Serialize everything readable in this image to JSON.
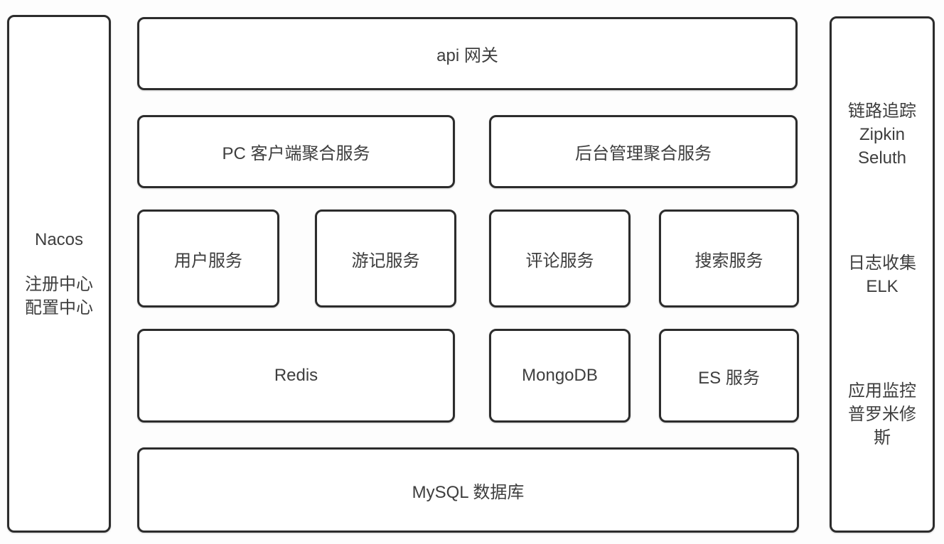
{
  "diagram": {
    "left_panel": {
      "title": "Nacos",
      "line1": "注册中心",
      "line2": "配置中心"
    },
    "gateway": {
      "label": "api 网关"
    },
    "aggregation": {
      "pc": "PC 客户端聚合服务",
      "admin": "后台管理聚合服务"
    },
    "services": {
      "user": "用户服务",
      "travel": "游记服务",
      "comment": "评论服务",
      "search": "搜索服务"
    },
    "storage": {
      "redis": "Redis",
      "mongodb": "MongoDB",
      "es": "ES 服务"
    },
    "database": {
      "label": "MySQL 数据库"
    },
    "right_panel": {
      "tracing": {
        "line1": "链路追踪",
        "line2": "Zipkin",
        "line3": "Seluth"
      },
      "logging": {
        "line1": "日志收集",
        "line2": "ELK"
      },
      "monitoring": {
        "line1": "应用监控",
        "line2": "普罗米修斯"
      }
    }
  },
  "colors": {
    "border": "#2c2c2c",
    "text": "#3e3e3e",
    "background": "#ffffff"
  }
}
